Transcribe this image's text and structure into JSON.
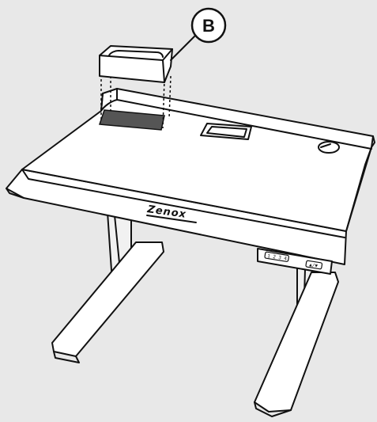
{
  "callout": {
    "label": "B"
  },
  "brand": {
    "name": "Zenox"
  },
  "controller": {
    "presets": [
      "1",
      "2",
      "3",
      "4"
    ],
    "arrows": "▲/▼"
  },
  "colors": {
    "background": "#e8e8e8",
    "line": "#111111",
    "surface": "#ffffff",
    "slot": "#555555"
  }
}
